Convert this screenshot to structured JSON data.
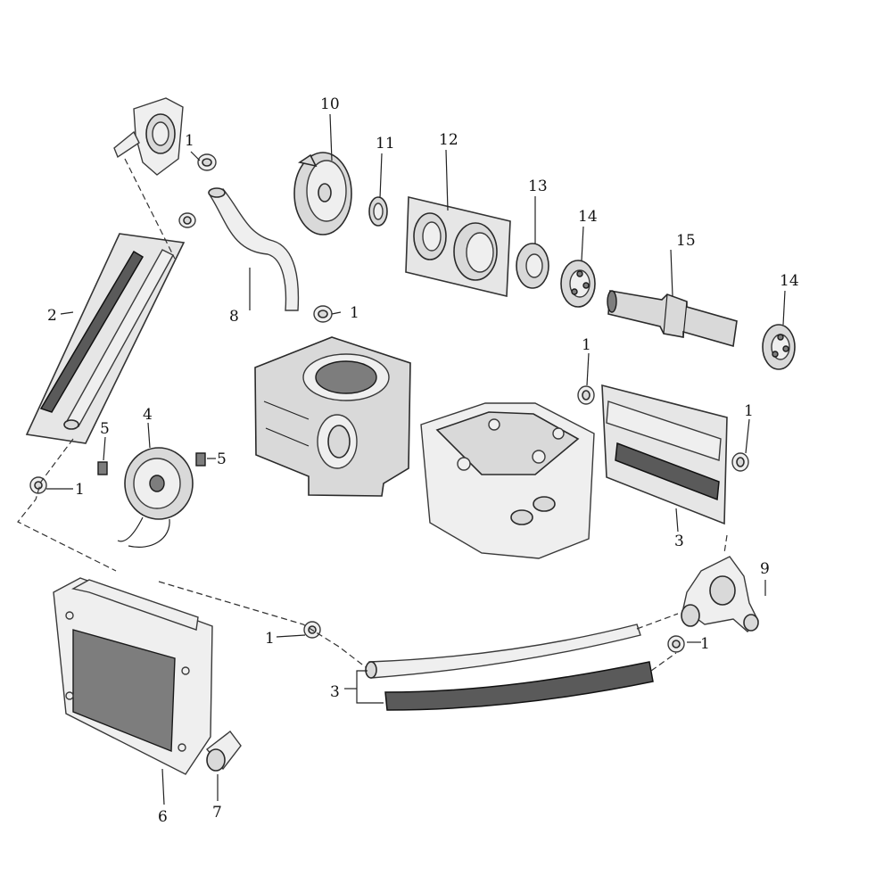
{
  "callouts": {
    "c1a": "1",
    "c1b": "1",
    "c1c": "1",
    "c1d": "1",
    "c1e": "1",
    "c1f": "1",
    "c1g": "1",
    "c2": "2",
    "c3a": "3",
    "c3b": "3",
    "c4": "4",
    "c5a": "5",
    "c5b": "5",
    "c6": "6",
    "c7": "7",
    "c8": "8",
    "c9": "9",
    "c10": "10",
    "c11": "11",
    "c12": "12",
    "c13": "13",
    "c14a": "14",
    "c14b": "14",
    "c15": "15"
  },
  "colors": {
    "line": "#222222",
    "part_fill": "#d9d9d9",
    "background": "#ffffff"
  }
}
